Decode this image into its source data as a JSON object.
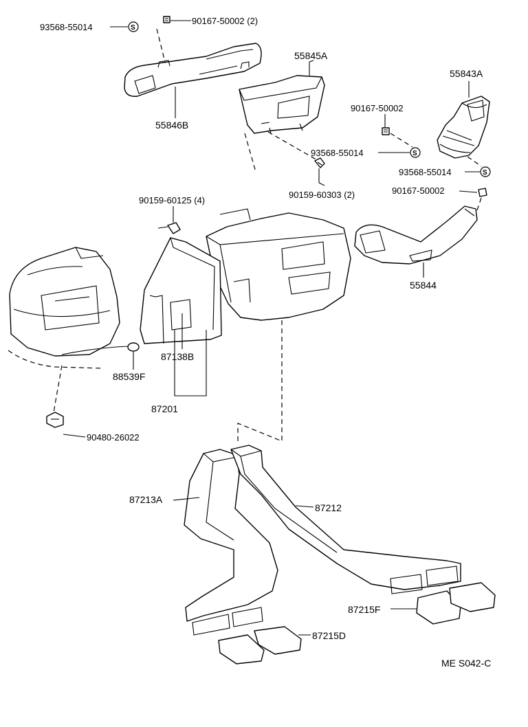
{
  "labels": {
    "clip_93568_top": "93568-55014",
    "nut_90167_top": "90167-50002 (2)",
    "duct_55845A": "55845A",
    "duct_55846B": "55846B",
    "duct_55843A": "55843A",
    "nut_90167_mid": "90167-50002",
    "clip_93568_mid": "93568-55014",
    "clip_93568_right": "93568-55014",
    "bolt_90159_60303": "90159-60303 (2)",
    "nut_90167_low": "90167-50002",
    "bolt_90159_60125": "90159-60125 (4)",
    "duct_55844": "55844",
    "sensor_87138B": "87138B",
    "sensor_88539F": "88539F",
    "housing_87201": "87201",
    "grommet_90480": "90480-26022",
    "duct_87213A": "87213A",
    "duct_87212": "87212",
    "outlet_87215F": "87215F",
    "outlet_87215D": "87215D",
    "drawing_code": "ME S042-C"
  },
  "symbols": {
    "clip_mark": "S"
  }
}
